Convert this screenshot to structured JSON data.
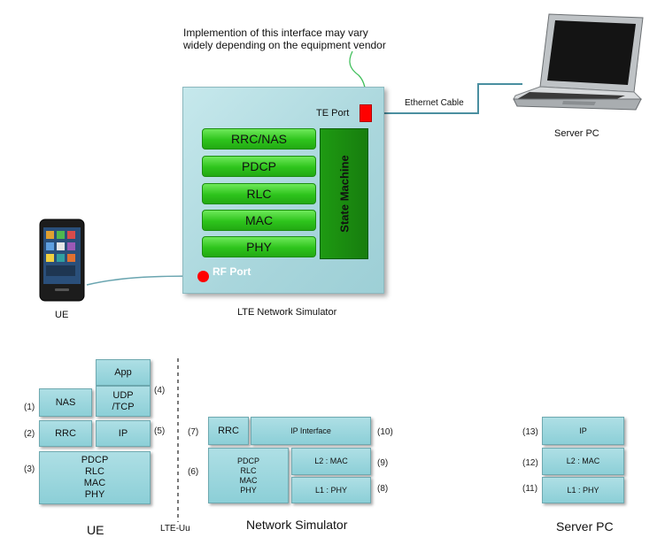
{
  "annotation": {
    "line1": "Implemention of this interface may vary",
    "line2": "widely depending on the equipment vendor"
  },
  "simulator": {
    "label": "LTE Network Simulator",
    "te_port": "TE  Port",
    "rf_port": "RF Port",
    "layers": [
      "RRC/NAS",
      "PDCP",
      "RLC",
      "MAC",
      "PHY"
    ],
    "state_machine": "State Machine"
  },
  "cable_label": "Ethernet Cable",
  "server_label": "Server PC",
  "ue_label": "UE",
  "ue_stack": {
    "app": "App",
    "udp_tcp": [
      "UDP",
      "/TCP"
    ],
    "nas": "NAS",
    "rrc": "RRC",
    "ip": "IP",
    "lower": [
      "PDCP",
      "RLC",
      "MAC",
      "PHY"
    ],
    "nums": {
      "n1": "(1)",
      "n2": "(2)",
      "n3": "(3)",
      "n4": "(4)",
      "n5": "(5)"
    },
    "caption": "UE"
  },
  "lte_uu": "LTE-Uu",
  "sim_stack": {
    "rrc": "RRC",
    "ip_interface": "IP Interface",
    "lower": [
      "PDCP",
      "RLC",
      "MAC",
      "PHY"
    ],
    "l2": "L2 : MAC",
    "l1": "L1 : PHY",
    "nums": {
      "n6": "(6)",
      "n7": "(7)",
      "n8": "(8)",
      "n9": "(9)",
      "n10": "(10)"
    },
    "caption": "Network Simulator"
  },
  "server_stack": {
    "ip": "IP",
    "l2": "L2 : MAC",
    "l1": "L1 : PHY",
    "nums": {
      "n11": "(11)",
      "n12": "(12)",
      "n13": "(13)"
    },
    "caption": "Server PC"
  },
  "colors": {
    "layer_green": "#2ec41c",
    "state_machine": "#1a8a10",
    "te_port": "#ff0000",
    "rf_port": "#ff0000",
    "cable": "#4a8fa0",
    "cell": "#9fd7de"
  }
}
